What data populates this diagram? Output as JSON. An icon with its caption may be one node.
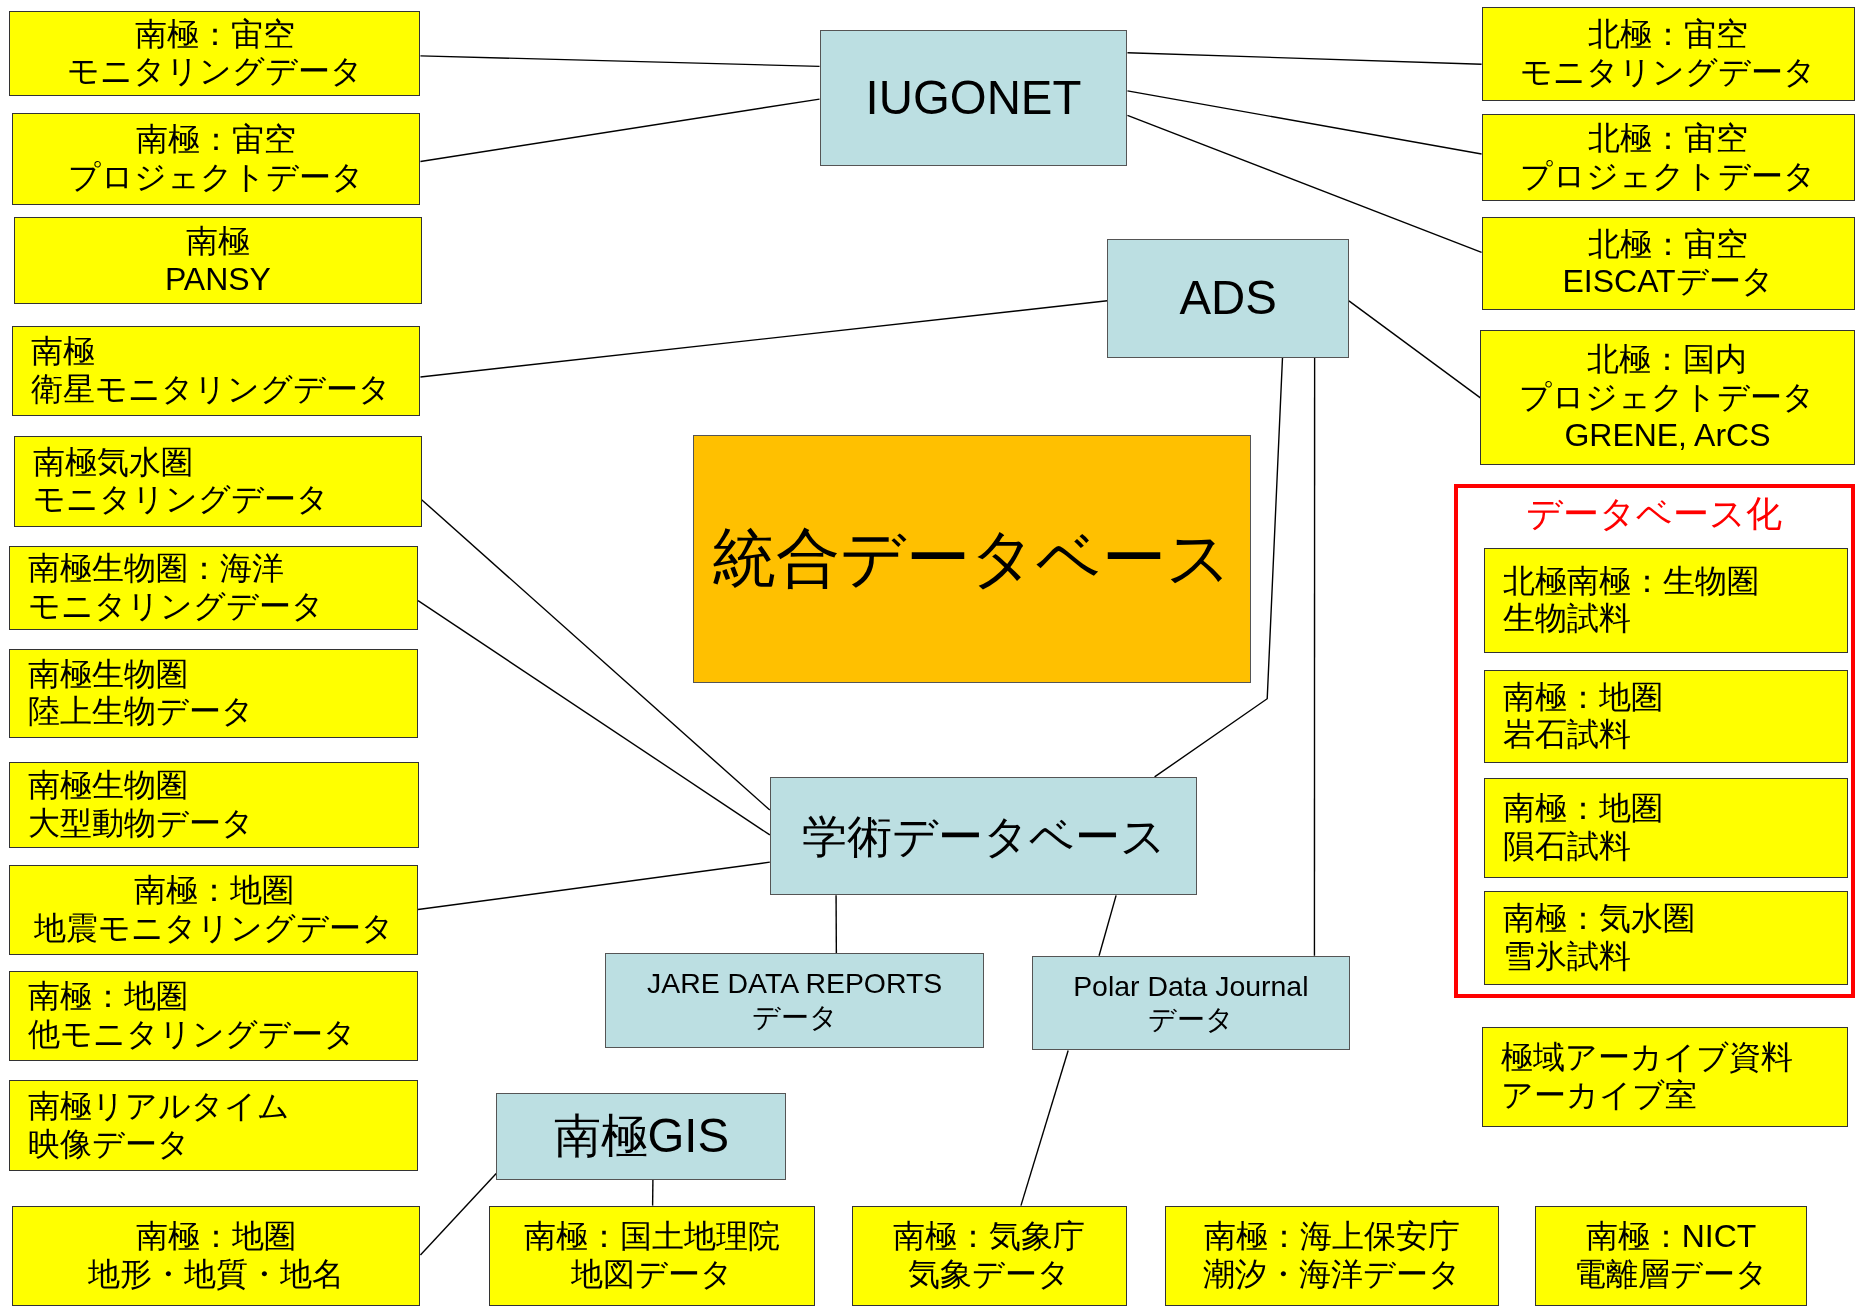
{
  "diagram": {
    "nodes": [
      {
        "text": [
          "南極：宙空モニタリングデータ"
        ]
      },
      {
        "text": [
          "南極：宙空プロジェクトデータ"
        ]
      },
      {
        "text": [
          "南極 PANSY"
        ]
      },
      {
        "text": [
          "南極衛星モニタリングデータ"
        ]
      },
      {
        "text": [
          "南極気水圏モニタリングデータ"
        ]
      },
      {
        "text": [
          "南極生物圏：海洋モニタリングデータ"
        ]
      },
      {
        "text": [
          "南極生物圏陸上生物データ"
        ]
      },
      {
        "text": [
          "南極生物圏大型動物データ"
        ]
      },
      {
        "text": [
          "南極：地圏地震モニタリングデータ"
        ]
      },
      {
        "text": [
          "南極：地圏他モニタリングデータ"
        ]
      },
      {
        "text": [
          "南極リアルタイム映像データ"
        ]
      },
      {
        "text": [
          "IUGONET"
        ]
      },
      {
        "text": [
          "ADS"
        ]
      },
      {
        "text": [
          "統合データベース"
        ]
      },
      {
        "text": [
          "学術データベース"
        ]
      },
      {
        "text": [
          "JARE DATA REPORTS データ"
        ]
      },
      {
        "text": [
          "Polar Data Journal データ"
        ]
      },
      {
        "text": [
          "南極GIS"
        ]
      },
      {
        "text": [
          "北極：宙空モニタリングデータ"
        ]
      },
      {
        "text": [
          "北極：宙空プロジェクトデータ"
        ]
      },
      {
        "text": [
          "北極：宙空 EISCATデータ"
        ]
      },
      {
        "text": [
          "北極：国内プロジェクトデータ GRENE, ArCS"
        ]
      },
      {
        "text": [
          "データベース化"
        ]
      },
      {
        "text": [
          "北極南極：生物圏生物試料"
        ],
        "in": 22
      },
      {
        "text": [
          "南極：地圏岩石試料"
        ],
        "in": 22
      },
      {
        "text": [
          "南極：地圏隕石試料"
        ],
        "in": 22
      },
      {
        "text": [
          "南極：気水圏雪氷試料"
        ],
        "in": 22
      },
      {
        "text": [
          "極域アーカイブ資料アーカイブ室"
        ]
      },
      {
        "text": [
          "南極：地圏地形・地質・地名"
        ]
      },
      {
        "text": [
          "南極：国土地理院地図データ"
        ]
      },
      {
        "text": [
          "南極：気象庁気象データ"
        ]
      },
      {
        "text": [
          "南極：海上保安庁潮汐・海洋データ"
        ]
      },
      {
        "text": [
          "南極：NICT 電離層データ"
        ]
      }
    ],
    "edges": [
      {
        "from": 0,
        "to": 11,
        "arrow": "none"
      },
      {
        "from": 1,
        "to": 11,
        "arrow": "none"
      },
      {
        "from": 11,
        "to": 18,
        "arrow": "none"
      },
      {
        "from": 11,
        "to": 19,
        "arrow": "none"
      },
      {
        "from": 11,
        "to": 20,
        "arrow": "none"
      },
      {
        "from": 3,
        "to": 12,
        "arrow": "none"
      },
      {
        "from": 12,
        "to": 21,
        "arrow": "none"
      },
      {
        "from": 12,
        "to": 14,
        "arrow": "none"
      },
      {
        "from": 12,
        "to": 16,
        "arrow": "none"
      },
      {
        "from": 4,
        "to": 14,
        "arrow": "none"
      },
      {
        "from": 5,
        "to": 14,
        "arrow": "none"
      },
      {
        "from": 8,
        "to": 14,
        "arrow": "none"
      },
      {
        "from": 14,
        "to": 15,
        "arrow": "none"
      },
      {
        "from": 14,
        "to": 16,
        "arrow": "none"
      },
      {
        "from": 16,
        "to": 30,
        "arrow": "none"
      },
      {
        "from": 17,
        "to": 29,
        "arrow": "none"
      },
      {
        "from": 17,
        "to": 28,
        "arrow": "none"
      }
    ]
  }
}
